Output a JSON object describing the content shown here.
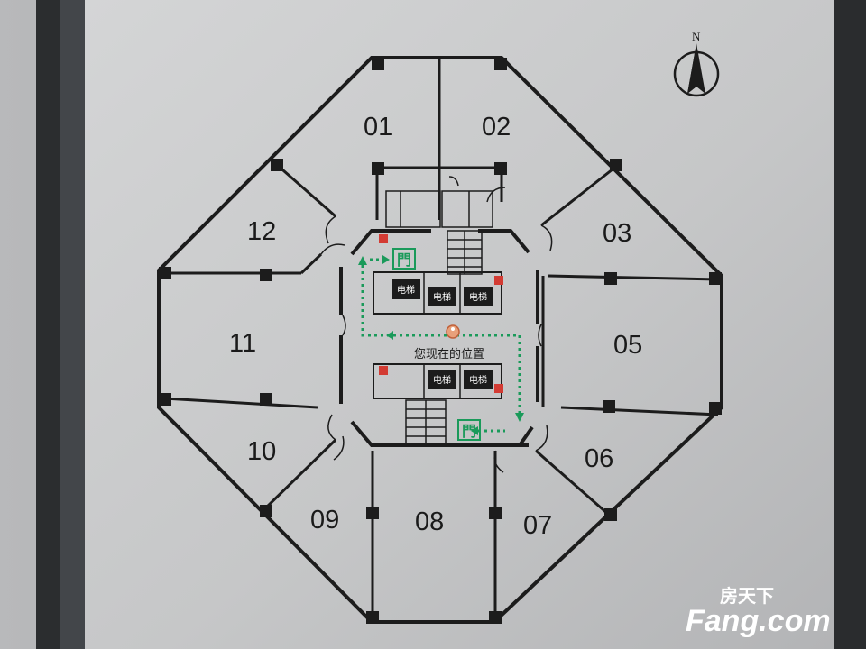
{
  "map": {
    "north_label": "N",
    "you_are_here": "您现在的位置",
    "elevator_label": "电梯",
    "rooms": [
      {
        "id": "01",
        "label": "01"
      },
      {
        "id": "02",
        "label": "02"
      },
      {
        "id": "03",
        "label": "03"
      },
      {
        "id": "05",
        "label": "05"
      },
      {
        "id": "06",
        "label": "06"
      },
      {
        "id": "07",
        "label": "07"
      },
      {
        "id": "08",
        "label": "08"
      },
      {
        "id": "09",
        "label": "09"
      },
      {
        "id": "10",
        "label": "10"
      },
      {
        "id": "11",
        "label": "11"
      },
      {
        "id": "12",
        "label": "12"
      }
    ],
    "colors": {
      "plate": "#c9cacb",
      "wall": "#1c1c1c",
      "exit_route": "#1a9a5a",
      "marker": "#d33b33"
    }
  },
  "watermark": {
    "cn": "房天下",
    "en": "Fang.com"
  }
}
